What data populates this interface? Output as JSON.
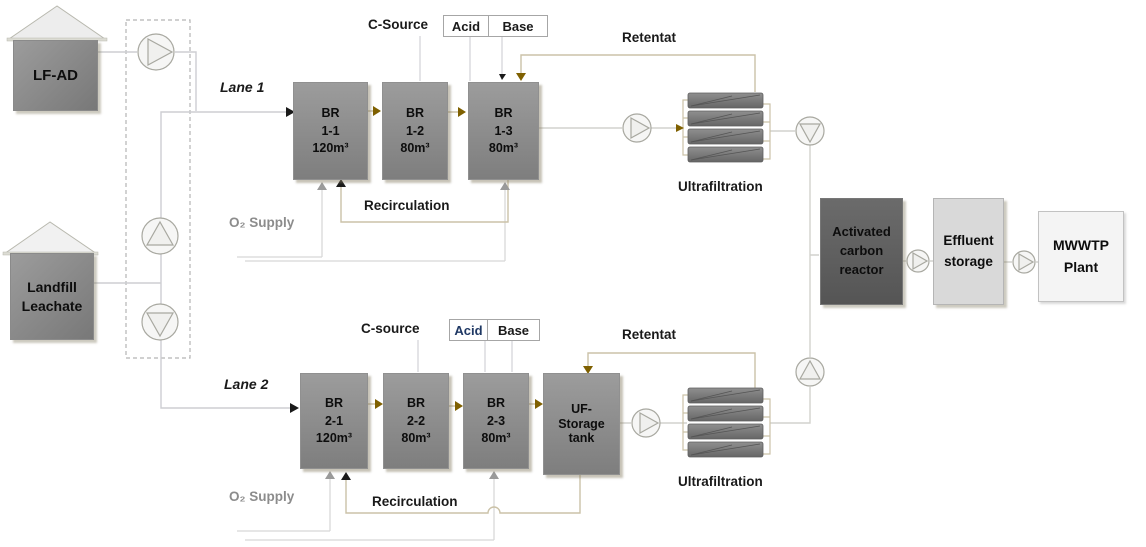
{
  "sources": {
    "lf_ad_label": "LF-AD",
    "landfill_leachate_label": "Landfill\nLeachate"
  },
  "lane1": {
    "label": "Lane 1",
    "c_source_label": "C-Source",
    "acid_label": "Acid",
    "base_label": "Base",
    "retentat_label": "Retentat",
    "ultrafiltration_label": "Ultrafiltration",
    "o2_supply_label": "O₂ Supply",
    "recirculation_label": "Recirculation",
    "tanks": [
      {
        "name": "BR",
        "id": "1-1",
        "volume": "120m³"
      },
      {
        "name": "BR",
        "id": "1-2",
        "volume": "80m³"
      },
      {
        "name": "BR",
        "id": "1-3",
        "volume": "80m³"
      }
    ]
  },
  "lane2": {
    "label": "Lane 2",
    "c_source_label": "C-source",
    "acid_label": "Acid",
    "base_label": "Base",
    "retentat_label": "Retentat",
    "ultrafiltration_label": "Ultrafiltration",
    "o2_supply_label": "O₂ Supply",
    "recirculation_label": "Recirculation",
    "uf_storage_label": "UF-\nStorage\ntank",
    "tanks": [
      {
        "name": "BR",
        "id": "2-1",
        "volume": "120m³"
      },
      {
        "name": "BR",
        "id": "2-2",
        "volume": "80m³"
      },
      {
        "name": "BR",
        "id": "2-3",
        "volume": "80m³"
      }
    ]
  },
  "downstream": {
    "activated_carbon_reactor_label": "Activated\ncarbon\nreactor",
    "effluent_storage_label": "Effluent\nstorage",
    "mwwtp_plant_label": "MWWTP\nPlant"
  },
  "colors": {
    "tank_fill": "#8c8c8c",
    "dark_reactor_fill": "#5f5f5f",
    "effluent_fill": "#d9d9d9",
    "mwwtp_fill": "#f4f4f4",
    "acid_lane2_text": "#1f3864",
    "pipe_gray": "#d2d2cd",
    "pipe_tan": "#cbc2a8",
    "arrow_olive": "#7f6000",
    "arrow_gray": "#9a9a9a",
    "arrow_black": "#1a1a1a",
    "muted_text": "#8c8c8c"
  }
}
